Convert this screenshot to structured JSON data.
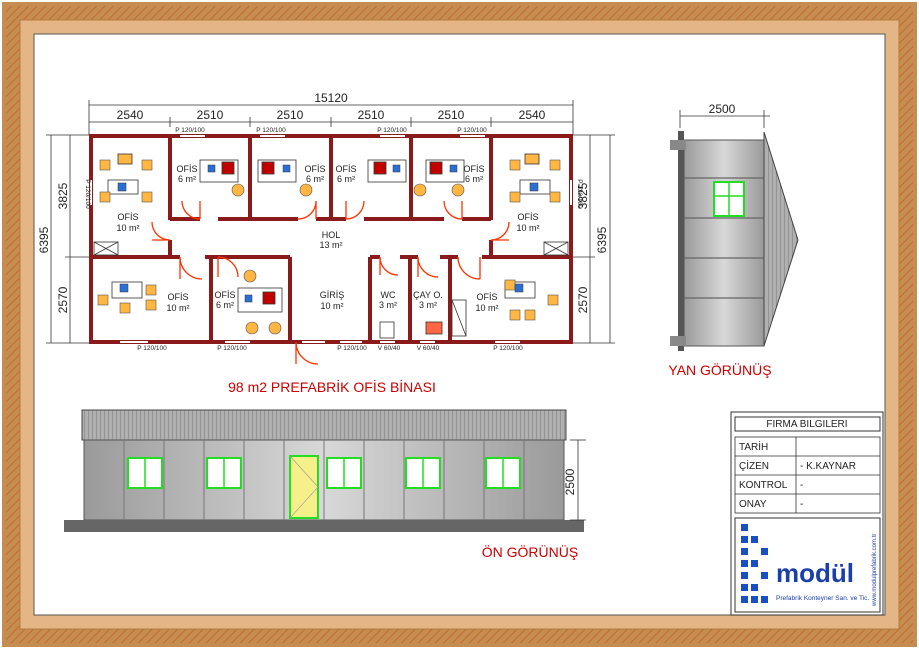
{
  "colors": {
    "border_outer": "#c58d52",
    "border_inner": "#e0b07d",
    "wall": "#8b1a1a",
    "door": "#ff3300",
    "dim": "#333333",
    "title": "#cc0000",
    "window": "#22dd22",
    "roof": "#9a9a9a",
    "panel": "#b8b8b8"
  },
  "plan": {
    "total_width": "15120",
    "top_dims": [
      "2540",
      "2510",
      "2510",
      "2510",
      "2510",
      "2540"
    ],
    "left_total": "6395",
    "left_top": "3825",
    "left_bottom": "2570",
    "right_total": "6395",
    "right_top": "3825",
    "right_bottom": "2570",
    "top_window_labels": [
      "P 120/100",
      "P 120/100",
      "P 120/100",
      "P 120/100"
    ],
    "side_window_label": "P 120/100",
    "bottom_window_labels": [
      "P 120/100",
      "P 120/100",
      "P 120/100",
      "V 60/40",
      "V 60/40",
      "P 120/100"
    ],
    "rooms": {
      "ofis_tl": {
        "name": "OFİS",
        "area": "10 m²"
      },
      "ofis_t2": {
        "name": "OFİS",
        "area": "6 m²"
      },
      "ofis_t3": {
        "name": "OFİS",
        "area": "6 m²"
      },
      "ofis_t4": {
        "name": "OFİS",
        "area": "6 m²"
      },
      "ofis_t5": {
        "name": "OFİS",
        "area": "6 m²"
      },
      "ofis_tr": {
        "name": "OFİS",
        "area": "10 m²"
      },
      "hol": {
        "name": "HOL",
        "area": "13 m²"
      },
      "ofis_bl": {
        "name": "OFİS",
        "area": "10 m²"
      },
      "ofis_b2": {
        "name": "OFİS",
        "area": "6 m²"
      },
      "giris": {
        "name": "GİRİŞ",
        "area": "10 m²"
      },
      "wc": {
        "name": "WC",
        "area": "3 m²"
      },
      "cay": {
        "name": "ÇAY O.",
        "area": "3 m²"
      },
      "ofis_br": {
        "name": "OFİS",
        "area": "10 m²"
      }
    }
  },
  "title": "98 m2 PREFABRİK OFİS BİNASI",
  "side_view": {
    "dim": "2500",
    "label": "YAN GÖRÜNÜŞ"
  },
  "front_view": {
    "dim": "2500",
    "label": "ÖN GÖRÜNÜŞ"
  },
  "info": {
    "header": "FIRMA BILGILERI",
    "rows": [
      {
        "label": "TARİH",
        "value": ""
      },
      {
        "label": "ÇİZEN",
        "value": "- K.KAYNAR"
      },
      {
        "label": "KONTROL",
        "value": "-"
      },
      {
        "label": "ONAY",
        "value": "-"
      }
    ]
  },
  "logo": {
    "name": "modül",
    "subtitle": "Prefabrik Konteyner San. ve Tic.",
    "url": "www.modulprefabrik.com.tr"
  }
}
